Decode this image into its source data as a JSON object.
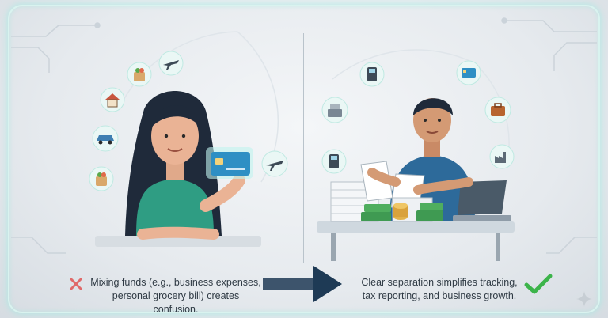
{
  "left_caption": {
    "line1": "Mixing funds (e.g., business expenses,",
    "line2": "personal grocery bill) creates confusion."
  },
  "right_caption": {
    "line1": "Clear separation simplifies tracking,",
    "line2": "tax reporting, and business growth."
  },
  "icons": {
    "left": [
      "grocery-bag-icon",
      "airplane-icon",
      "house-icon",
      "car-icon",
      "grocery-bag-icon",
      "airplane-icon"
    ],
    "right": [
      "card-terminal-icon",
      "credit-card-icon",
      "cash-register-icon",
      "briefcase-icon",
      "card-terminal-icon",
      "factory-icon"
    ]
  },
  "colors": {
    "accent_teal": "#1f9e8e",
    "negative_red": "#e06a6a",
    "positive_green": "#3cb44a",
    "arrow_navy": "#1e3a55"
  }
}
